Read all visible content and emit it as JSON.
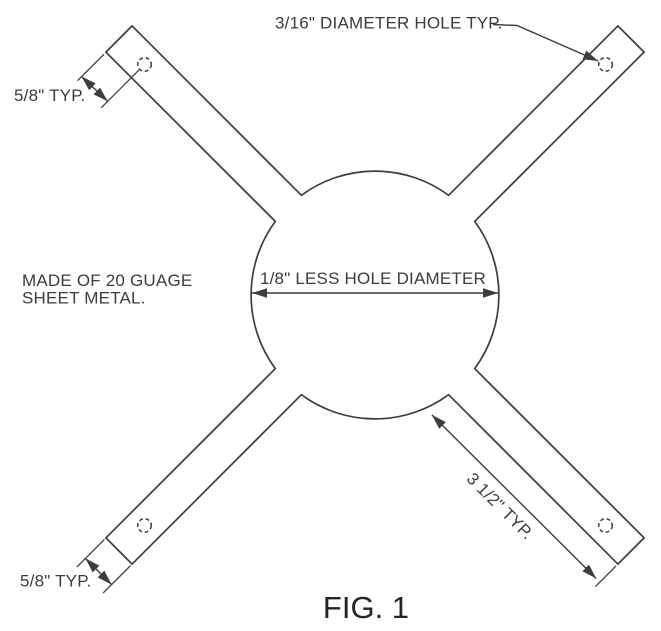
{
  "figure": {
    "caption": "FIG. 1",
    "material_note": {
      "line1": "MADE OF 20 GUAGE",
      "line2": "SHEET METAL."
    },
    "annotations": {
      "hole_note": "3/16\" DIAMETER HOLE TYP.",
      "diameter_note": "1/8\" LESS HOLE DIAMETER",
      "arm_length": "3 1/2\" TYP.",
      "hole_end_offset_top_left": "5/8\" TYP.",
      "arm_width_bottom_left": "5/8\" TYP."
    },
    "colors": {
      "line": "#3d3d3d",
      "text": "#3b3b42",
      "background": "#ffffff"
    }
  }
}
